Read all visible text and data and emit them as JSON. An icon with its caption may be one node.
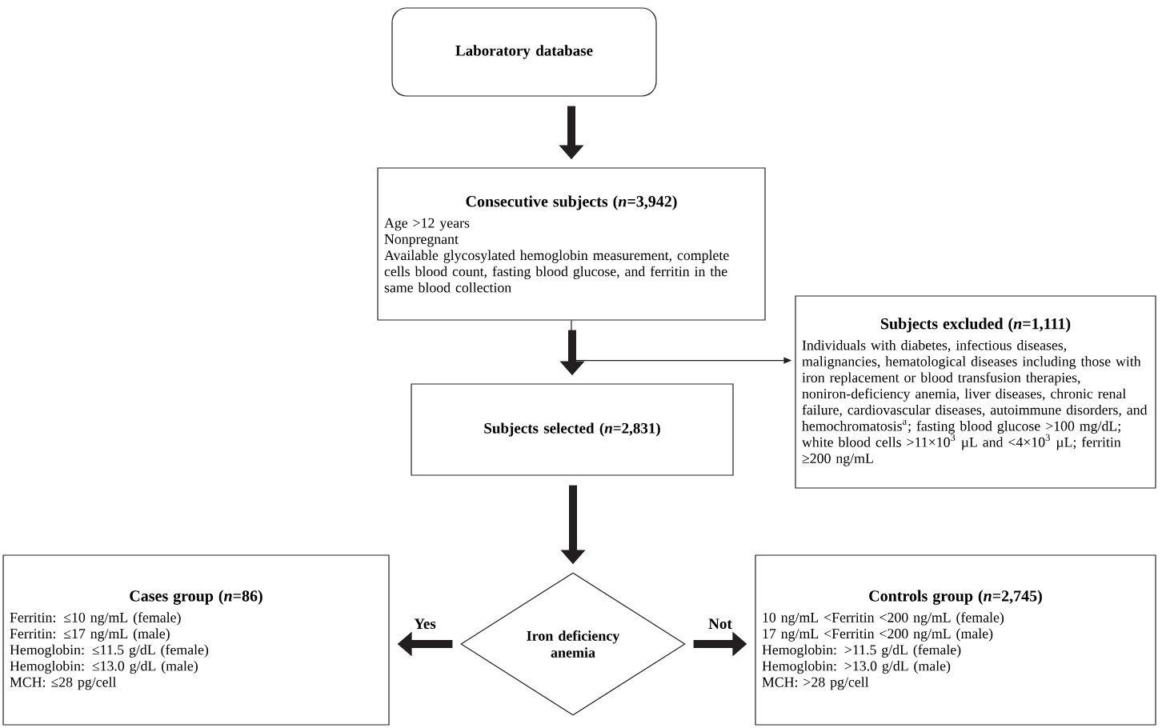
{
  "diagram": {
    "nodes": [
      {
        "text": [
          "Laboratory database"
        ]
      },
      {
        "text": [
          "Consecutive subjects (*n*=3,942)",
          "Age >12 years",
          "Nonpregnant",
          "Available glycosylated hemoglobin measurement, complete cells blood count, fasting blood glucose, and ferritin in the same blood collection"
        ]
      },
      {
        "text": [
          "Subjects excluded (*n*=1,111)",
          "Individuals with diabetes, infectious diseases, malignancies, hematological diseases including those with iron replacement or blood transfusion therapies, noniron-deficiency anemia, liver diseases, chronic renal failure, cardiovascular diseases, autoimmune disorders, and hemochromatosis$^{a}$; fasting blood glucose >100 mg/dL; white blood cells >11×10$^{3}$ µL and <4×10$^{3}$ µL; ferritin ≥200 ng/mL"
        ]
      },
      {
        "text": [
          "Subjects selected (*n*=2,831)"
        ]
      },
      {
        "text": [
          "Cases group (*n*=86)",
          "Ferritin: ≤10 ng/mL (female)",
          "Ferritin: ≤17 ng/mL (male)",
          "Hemoglobin: ≤11.5 g/dL (female)",
          "Hemoglobin: ≤13.0 g/dL (male)",
          "MCH: ≤28 pg/cell"
        ]
      },
      {
        "text": [
          "Iron deficiency anemia"
        ]
      },
      {
        "text": [
          "Controls group (*n*=2,745)",
          "10 ng/mL <Ferritin <200 ng/mL (female)",
          "17 ng/mL <Ferritin <200 ng/mL (male)",
          "Hemoglobin: >11.5 g/dL (female)",
          "Hemoglobin: >13.0 g/dL (male)",
          "MCH: >28 pg/cell"
        ]
      }
    ],
    "edges": [
      {
        "from": 0,
        "to": 1,
        "arrow": "to"
      },
      {
        "from": 1,
        "to": 3,
        "arrow": "to"
      },
      {
        "from": 1,
        "to": 2,
        "arrow": "to"
      },
      {
        "from": 3,
        "to": 5,
        "arrow": "to"
      },
      {
        "from": 5,
        "to": 4,
        "arrow": "to",
        "label": "Yes"
      },
      {
        "from": 5,
        "to": 6,
        "arrow": "to",
        "label": "Not"
      }
    ]
  }
}
